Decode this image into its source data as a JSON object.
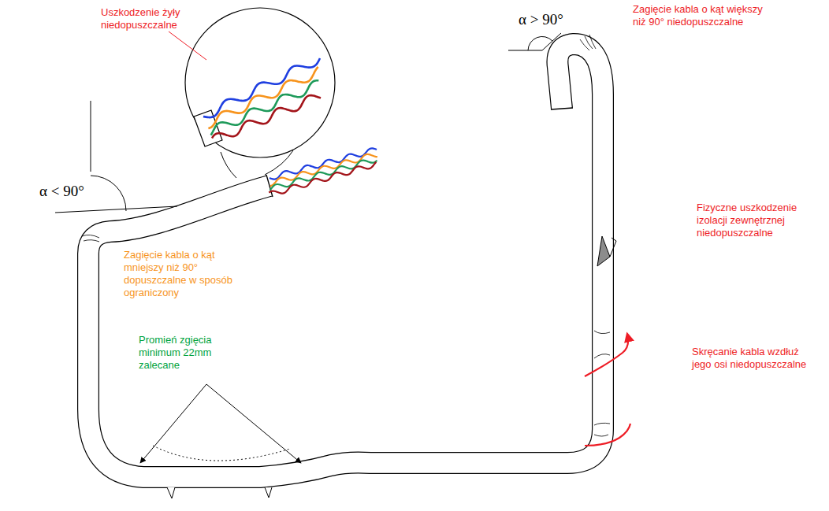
{
  "diagram": {
    "labels": [
      "Uszkodzenie żyły niedopuszczalne",
      "Zagięcie kabla o kąt większy niż 90° niedopuszczalne",
      "α > 90°",
      "α < 90°",
      "Fizyczne uszkodzenie izolacji zewnętrznej niedopuszczalne",
      "Zagięcie kabla o kąt mniejszy niż 90° dopuszczalne w sposób ograniczony",
      "Promień zgięcia minimum 22mm zalecane",
      "Skręcanie kabla wzdłuż jego osi niedopuszczalne"
    ]
  }
}
